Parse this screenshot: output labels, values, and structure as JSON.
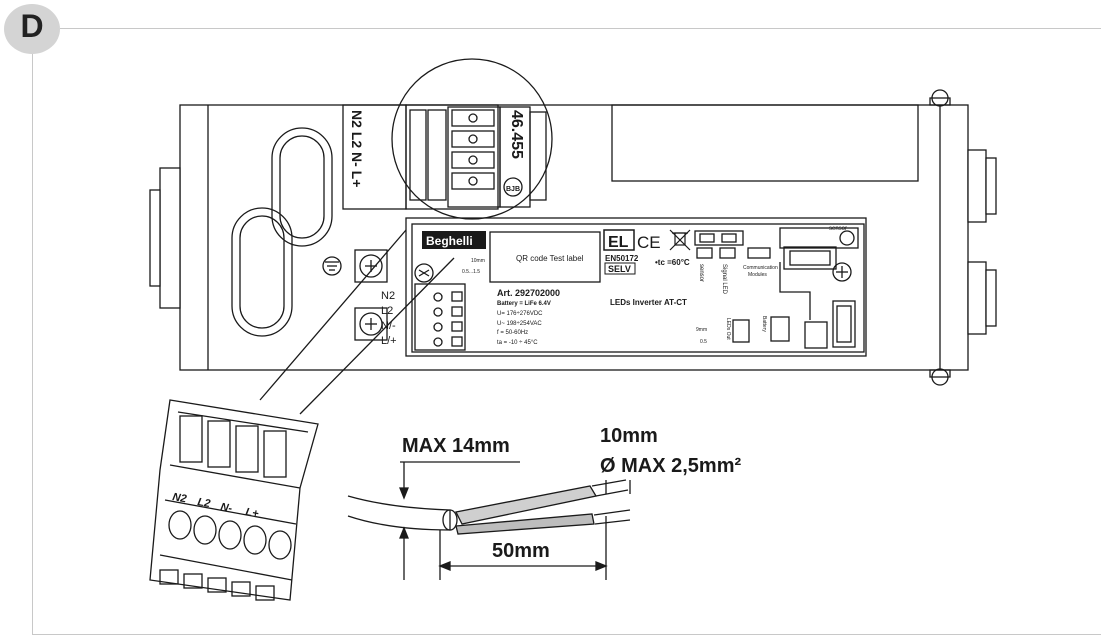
{
  "panel": {
    "label": "D"
  },
  "terminal_block": {
    "label_vertical": "N2 L2 N- L+",
    "part_code": "46.455",
    "brand_mark": "BJB"
  },
  "device": {
    "brand": "Beghelli",
    "qr_label": "QR code Test label",
    "el_mark": "EL",
    "ce_mark": "CE",
    "standard": "EN50172",
    "selv": "SELV",
    "tc": "•tc =60°C",
    "sensor_top": "sensor",
    "sensor_vertical": "sensor",
    "signal_led": "Signal LED",
    "communication": "Communication",
    "modules": "Modules",
    "strip_mm": "10mm",
    "strip_range": "0.5...1.5",
    "pin_labels": [
      "N2",
      "L2",
      "N/-",
      "L/+"
    ],
    "article": "Art. 292702000",
    "battery_spec": "Battery = LiFe 6.4V",
    "u_dc": "U= 176÷276VDC",
    "u_ac": "U~ 198÷254VAC",
    "freq": "f  = 50-60Hz",
    "ta": "ta = -10 ÷ 45°C",
    "product": "LEDs Inverter AT-CT",
    "strip2_mm": "9mm",
    "strip2_range": "0.5",
    "leds_out": "LEDs Out",
    "battery": "Battery"
  },
  "connector": {
    "pins": [
      "N2",
      "L2",
      "N-",
      "L+"
    ]
  },
  "cable": {
    "max_diameter": "MAX 14mm",
    "strip_length": "10mm",
    "wire_section": "Ø MAX 2,5mm²",
    "sheath_strip": "50mm"
  }
}
